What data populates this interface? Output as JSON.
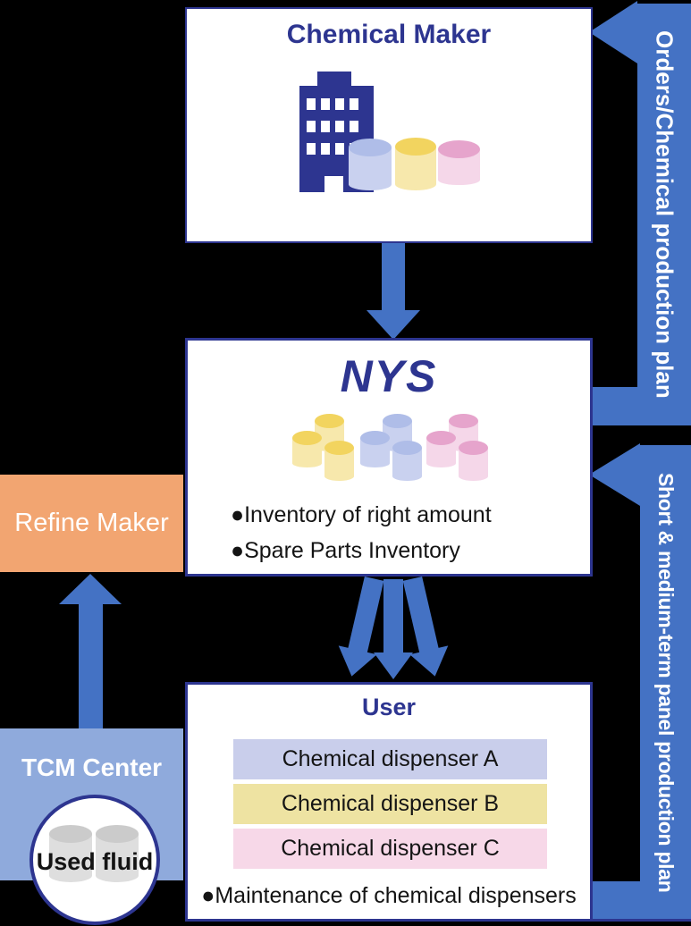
{
  "colors": {
    "background": "#000000",
    "navy": "#2D3590",
    "arrow_blue": "#4472C4",
    "tcm_blue": "#8FAADC",
    "refine_orange": "#F2A571",
    "box_bg": "#FFFFFF",
    "text_dark": "#141414",
    "text_white": "#FFFFFF",
    "row_lavender": "#C9CEEB",
    "row_yellow": "#EEE3A2",
    "row_pink": "#F7D8E8",
    "drum_blue_body": "#C9D1EF",
    "drum_blue_top": "#AFBDE8",
    "drum_yellow_body": "#F7E8AC",
    "drum_yellow_top": "#F2D45F",
    "drum_pink_body": "#F5D7E9",
    "drum_pink_top": "#E6A4CC",
    "drum_gray_body": "#DEDEDE",
    "drum_gray_top": "#CBCBCB"
  },
  "chemical_maker": {
    "title": "Chemical Maker"
  },
  "nys": {
    "logo": "NYS",
    "bullets": [
      "●Inventory of right amount",
      "●Spare Parts Inventory"
    ]
  },
  "user": {
    "title": "User",
    "dispensers": [
      "Chemical dispenser A",
      "Chemical dispenser B",
      "Chemical dispenser C"
    ],
    "bullet": "●Maintenance of chemical dispensers"
  },
  "refine_maker": {
    "label": "Refine Maker"
  },
  "tcm_center": {
    "label": "TCM Center"
  },
  "used_fluid": {
    "label": "Used fluid"
  },
  "right_arrows": {
    "orders": "Orders/Chemical production plan",
    "short_medium": "Short & medium-term panel production plan"
  },
  "icons": [
    "office-building-icon",
    "chemical-drum-icon",
    "used-fluid-drum-icon",
    "flow-arrow-icon"
  ]
}
